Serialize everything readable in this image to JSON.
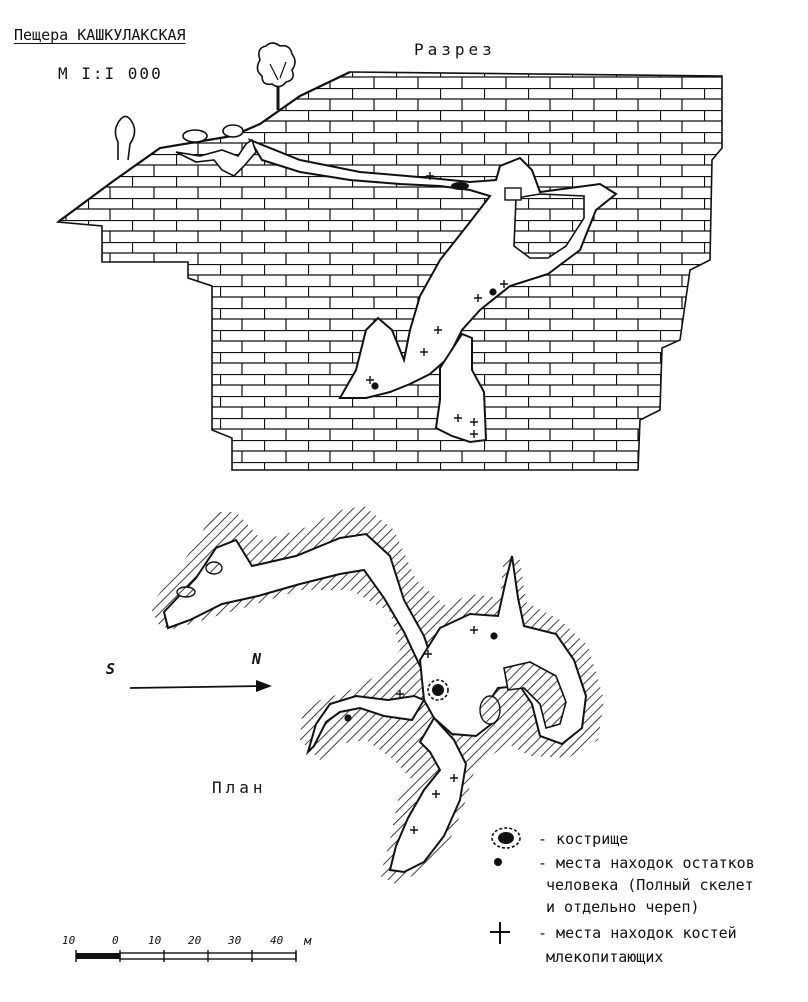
{
  "title": "Пещера КАШКУЛАКСКАЯ",
  "scale_ratio": "M I:I 000",
  "section_label": "Разрез",
  "plan_label": "План",
  "compass": {
    "south": "S",
    "north": "N"
  },
  "legend": {
    "campfire": "- кострище",
    "human_remains_1": "- места находок остатков",
    "human_remains_2": "человека (Полный скелет",
    "human_remains_3": "и отдельно череп)",
    "mammal_bones_1": "- места находок костей",
    "mammal_bones_2": "млекопитающих"
  },
  "scale_bar": {
    "ticks": [
      "10",
      "0",
      "10",
      "20",
      "30",
      "40"
    ],
    "unit": "м"
  },
  "colors": {
    "ink": "#111111",
    "paper": "#ffffff"
  }
}
